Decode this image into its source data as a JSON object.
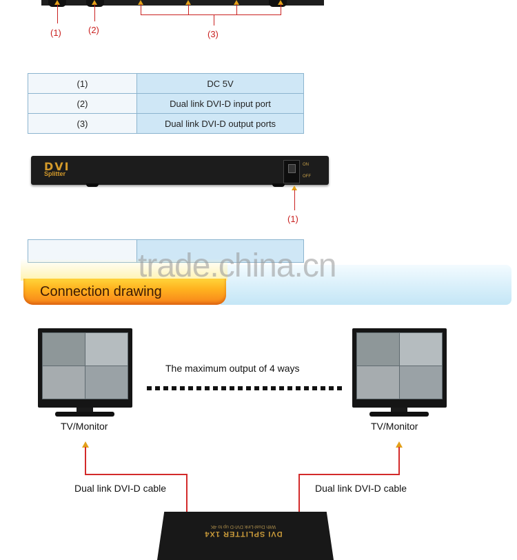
{
  "top_callouts": [
    "(1)",
    "(2)",
    "(3)"
  ],
  "ports_table": {
    "rows": [
      {
        "num": "(1)",
        "desc": "DC 5V"
      },
      {
        "num": "(2)",
        "desc": "Dual link DVI-D input port"
      },
      {
        "num": "(3)",
        "desc": "Dual link DVI-D output ports"
      }
    ]
  },
  "device_front": {
    "logo": "DVI",
    "logo_sub": "Splitter",
    "switch_on": "ON",
    "switch_off": "OFF",
    "callout": "(1)"
  },
  "banner": {
    "title": "Connection drawing",
    "watermark": "trade.china.cn"
  },
  "diagram": {
    "max_output_text": "The maximum output of 4 ways",
    "left_monitor_label": "TV/Monitor",
    "right_monitor_label": "TV/Monitor",
    "left_cable_label": "Dual link DVI-D cable",
    "right_cable_label": "Dual link DVI-D cable",
    "device_title": "DVI SPLITTER 1X4",
    "device_subtitle": "With Dual-Link DVI-D up to 4K"
  },
  "colors": {
    "callout_red": "#c9201f",
    "arrow_orange": "#e3a21a",
    "table_blue": "#cfe7f6",
    "banner_orange": "#f7821a",
    "banner_yellow": "#ffd43a",
    "logo_gold": "#d49a2a"
  }
}
